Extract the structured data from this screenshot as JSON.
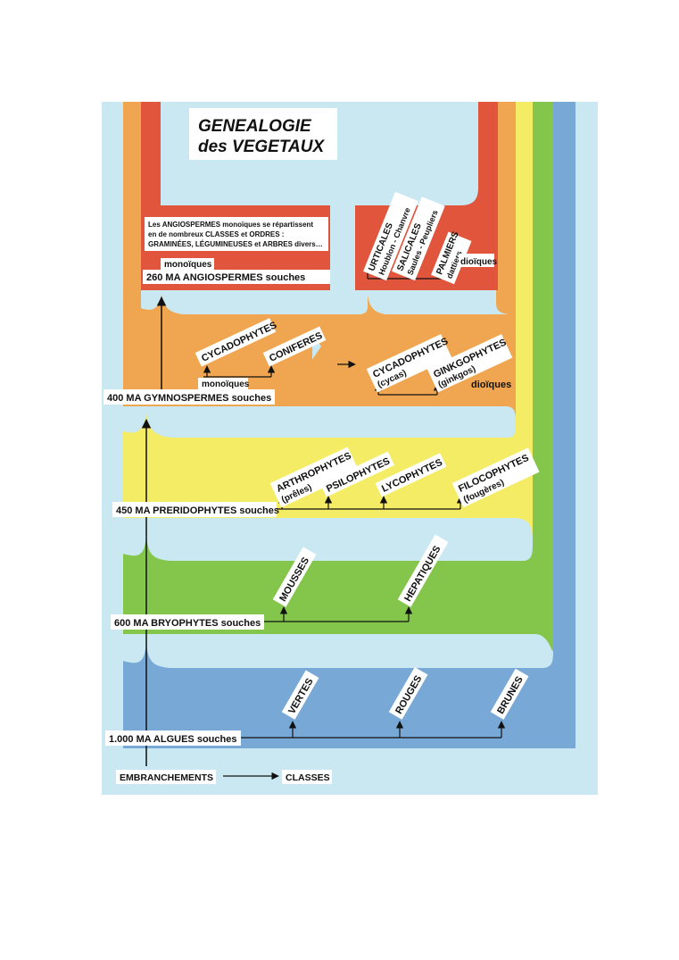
{
  "title": {
    "line1": "GENEALOGIE",
    "line2": "des VEGETAUX"
  },
  "colors": {
    "background": "#c9e8f1",
    "algues": "#78a9d6",
    "bryophytes": "#84c54c",
    "preridophytes": "#f4ec64",
    "gymnospermes": "#f0a650",
    "angiospermes": "#e2553d",
    "label_bg": "#ffffff",
    "ink": "#111111"
  },
  "legend": {
    "embranchements": "EMBRANCHEMENTS",
    "classes": "CLASSES"
  },
  "levels": {
    "algues": "1.000 MA ALGUES souches",
    "bryophytes": "600 MA BRYOPHYTES souches",
    "preridophytes": "450 MA PRERIDOPHYTES souches",
    "gymnospermes": "400 MA GYMNOSPERMES souches",
    "angiospermes": "260 MA ANGIOSPERMES souches"
  },
  "classes": {
    "algues": [
      "VERTES",
      "ROUGES",
      "BRUNES"
    ],
    "bryophytes": [
      "MOUSSES",
      "HEPATIQUES"
    ],
    "preridophytes": {
      "arthro": [
        "ARTHROPHYTES",
        "(prêles)"
      ],
      "psilo": "PSILOPHYTES",
      "lyco": "LYCOPHYTES",
      "filico": [
        "FILOCOPHYTES",
        "(fougères)"
      ]
    },
    "gymnospermes": {
      "monoiques_label": "monoïques",
      "cycado_left": "CYCADOPHYTES",
      "coniferes": "CONIFERES",
      "cycado_right": [
        "CYCADOPHYTES",
        "(cycas)"
      ],
      "ginkgo": [
        "GINKGOPHYTES",
        "(ginkgos)"
      ],
      "dioiques_label": "dioïques"
    },
    "angiospermes": {
      "monoiques_label": "monoïques",
      "note": [
        "Les ANGIOSPERMES monoïques se répartissent",
        "en de nombreux CLASSES et ORDRES :",
        "GRAMINÉES, LÉGUMINEUSES et ARBRES divers…"
      ],
      "urticales": [
        "URTICALES",
        "Houblon - Chanvre"
      ],
      "salicales": [
        "SALICALES",
        "Saules - Peupliers"
      ],
      "palmiers": [
        "PALMIERS",
        "dattiers"
      ],
      "dioiques_label": "dioïques"
    }
  }
}
